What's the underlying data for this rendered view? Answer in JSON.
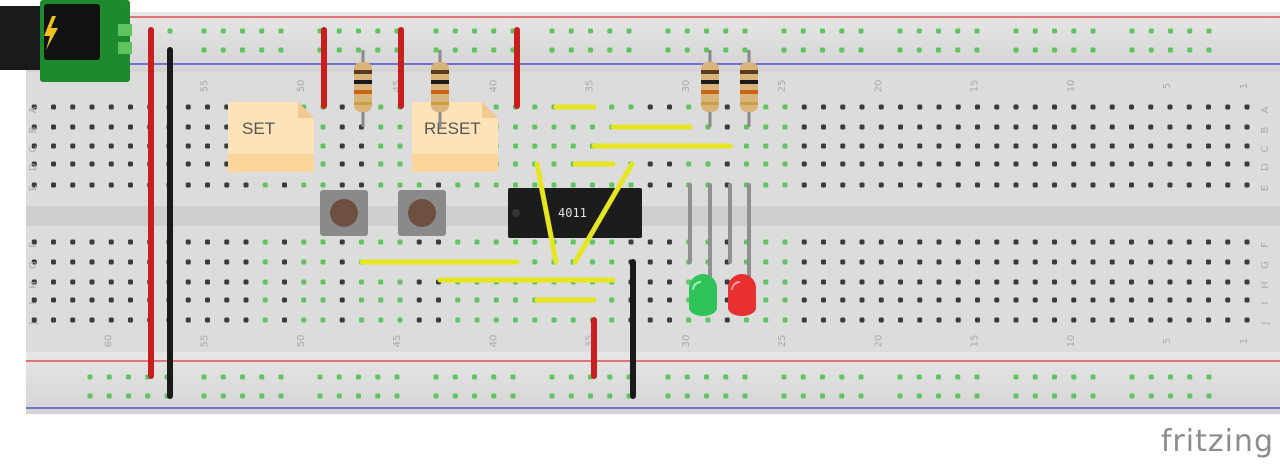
{
  "diagram": {
    "board_columns": 64,
    "row_labels_top": [
      "A",
      "B",
      "C",
      "D",
      "E"
    ],
    "row_labels_bottom": [
      "F",
      "G",
      "H",
      "I",
      "J"
    ],
    "column_numbers": [
      "60",
      "55",
      "50",
      "45",
      "40",
      "35",
      "30",
      "25",
      "20",
      "15",
      "10",
      "5",
      "1"
    ],
    "column_numbers_top": [
      "55",
      "50",
      "45",
      "40",
      "35",
      "30",
      "25",
      "20",
      "15",
      "10",
      "5",
      "1"
    ],
    "notes": [
      {
        "id": "set",
        "text": "SET"
      },
      {
        "id": "reset",
        "text": "RESET"
      }
    ],
    "chip_label": "4011",
    "resistors": 4,
    "pushbuttons": 2,
    "leds": [
      {
        "color": "green",
        "hex": "#2ec45a"
      },
      {
        "color": "red",
        "hex": "#e83030"
      }
    ],
    "power_connector": "battery-power-icon",
    "colors": {
      "board": "#d9d9d9",
      "rail_red": "#e05050",
      "rail_blue": "#5050d0",
      "wire_red": "#c81e1e",
      "wire_black": "#1a1a1a",
      "wire_yellow": "#e6e620",
      "hole_connected": "#5ec45e"
    }
  },
  "branding": "fritzing"
}
